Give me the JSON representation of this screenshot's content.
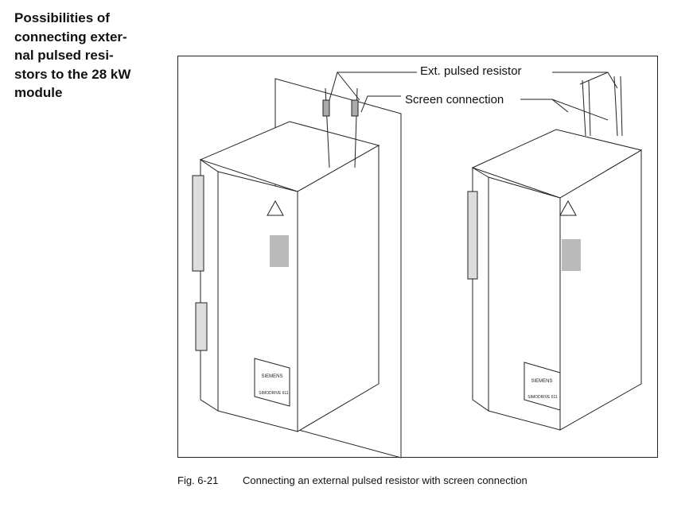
{
  "heading": "Possibilities of\nconnecting exter-\nnal pulsed resi-\nstors to the 28 kW\nmodule",
  "figure": {
    "labels": {
      "pulsed_resistor": "Ext. pulsed resistor",
      "screen_connection": "Screen connection"
    },
    "device_brand": "SIEMENS",
    "device_model": "SIMODRIVE 611"
  },
  "caption": {
    "number": "Fig. 6-21",
    "text": "Connecting an external pulsed resistor with screen connection"
  }
}
